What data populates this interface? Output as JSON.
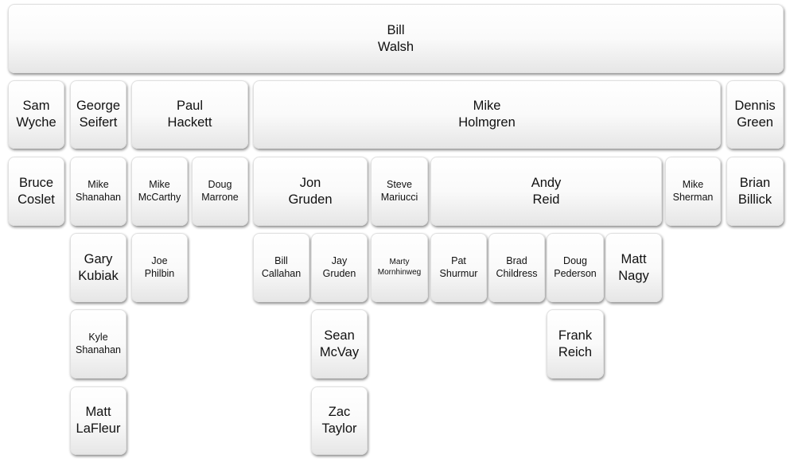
{
  "root": "Bill\nWalsh",
  "sam_wyche": "Sam\nWyche",
  "george_seifert": "George\nSeifert",
  "paul_hackett": "Paul\nHackett",
  "mike_holmgren": "Mike\nHolmgren",
  "dennis_green": "Dennis\nGreen",
  "bruce_coslet": "Bruce\nCoslet",
  "mike_shanahan": "Mike\nShanahan",
  "mike_mccarthy": "Mike\nMcCarthy",
  "doug_marrone": "Doug\nMarrone",
  "jon_gruden": "Jon\nGruden",
  "steve_mariucci": "Steve\nMariucci",
  "andy_reid": "Andy\nReid",
  "mike_sherman": "Mike\nSherman",
  "brian_billick": "Brian\nBillick",
  "gary_kubiak": "Gary\nKubiak",
  "joe_philbin": "Joe\nPhilbin",
  "bill_callahan": "Bill\nCallahan",
  "jay_gruden": "Jay\nGruden",
  "marty_mornhinweg": "Marty\nMornhinweg",
  "pat_shurmur": "Pat\nShurmur",
  "brad_childress": "Brad\nChildress",
  "doug_pederson": "Doug\nPederson",
  "matt_nagy": "Matt\nNagy",
  "kyle_shanahan": "Kyle\nShanahan",
  "sean_mcvay": "Sean\nMcVay",
  "frank_reich": "Frank\nReich",
  "matt_lafleur": "Matt\nLaFleur",
  "zac_taylor": "Zac\nTaylor"
}
